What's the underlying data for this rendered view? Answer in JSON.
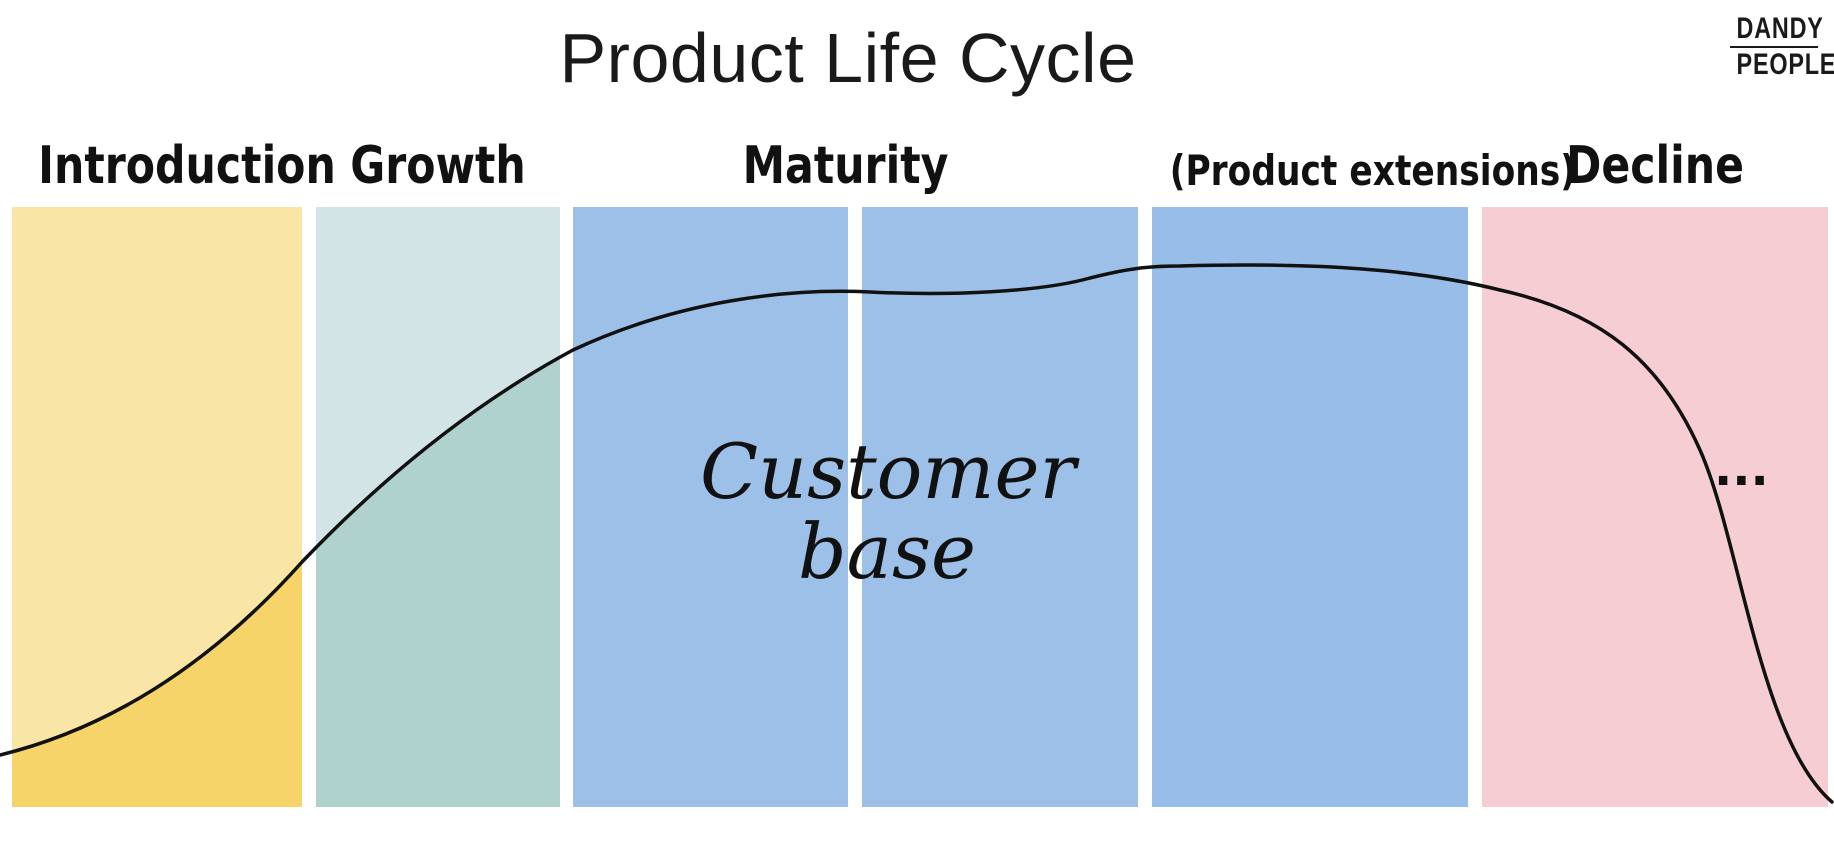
{
  "title": "Product Life Cycle",
  "logo": {
    "line1": "DANDY",
    "line2": "PEOPLE"
  },
  "stages": [
    {
      "label": "Introduction",
      "color": "#f9e6a6",
      "fill": "#f7d46a"
    },
    {
      "label": "Growth",
      "color": "#d2e4e6",
      "fill": "#afd2ce"
    },
    {
      "label": "Maturity",
      "color": "#9cc0e8"
    },
    {
      "label": "(Product extensions)",
      "color": "#98bde8"
    },
    {
      "label": "Decline",
      "color": "#f6cdd2"
    }
  ],
  "annotation": {
    "line1": "Customer",
    "line2": "base"
  },
  "decline_note": "...",
  "curve_color": "#111111"
}
